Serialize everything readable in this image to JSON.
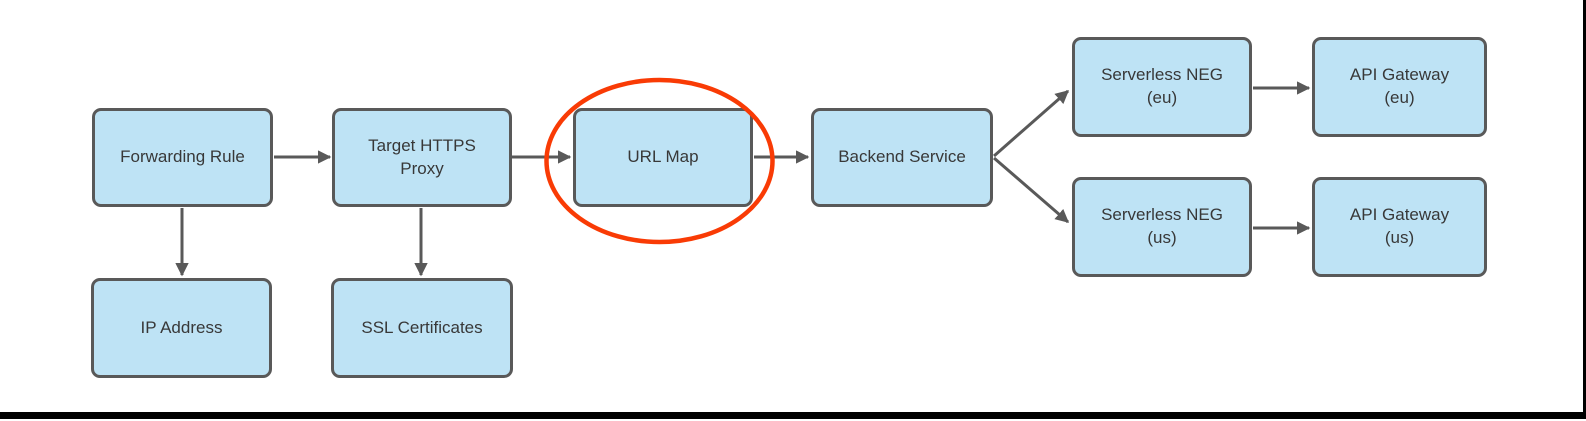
{
  "diagram": {
    "nodes": [
      {
        "id": "forwarding-rule",
        "label": "Forwarding Rule"
      },
      {
        "id": "target-https-proxy",
        "label": "Target HTTPS\nProxy"
      },
      {
        "id": "url-map",
        "label": "URL Map"
      },
      {
        "id": "backend-service",
        "label": "Backend Service"
      },
      {
        "id": "serverless-neg-eu",
        "label": "Serverless NEG\n(eu)"
      },
      {
        "id": "api-gateway-eu",
        "label": "API Gateway\n(eu)"
      },
      {
        "id": "serverless-neg-us",
        "label": "Serverless NEG\n(us)"
      },
      {
        "id": "api-gateway-us",
        "label": "API Gateway\n(us)"
      },
      {
        "id": "ip-address",
        "label": "IP Address"
      },
      {
        "id": "ssl-certificates",
        "label": "SSL Certificates"
      }
    ],
    "edges": [
      {
        "from": "forwarding-rule",
        "to": "target-https-proxy"
      },
      {
        "from": "target-https-proxy",
        "to": "url-map"
      },
      {
        "from": "url-map",
        "to": "backend-service"
      },
      {
        "from": "backend-service",
        "to": "serverless-neg-eu"
      },
      {
        "from": "backend-service",
        "to": "serverless-neg-us"
      },
      {
        "from": "serverless-neg-eu",
        "to": "api-gateway-eu"
      },
      {
        "from": "serverless-neg-us",
        "to": "api-gateway-us"
      },
      {
        "from": "forwarding-rule",
        "to": "ip-address"
      },
      {
        "from": "target-https-proxy",
        "to": "ssl-certificates"
      }
    ],
    "annotation": {
      "shape": "ellipse",
      "highlights": "url-map",
      "color": "#F93B05"
    }
  },
  "colors": {
    "background": "#FFFFFF",
    "node_fill": "#BEE3F5",
    "node_border": "#595959",
    "text": "#383838",
    "arrow": "#595959",
    "annotation": "#F93B05",
    "frame": "#000000"
  }
}
